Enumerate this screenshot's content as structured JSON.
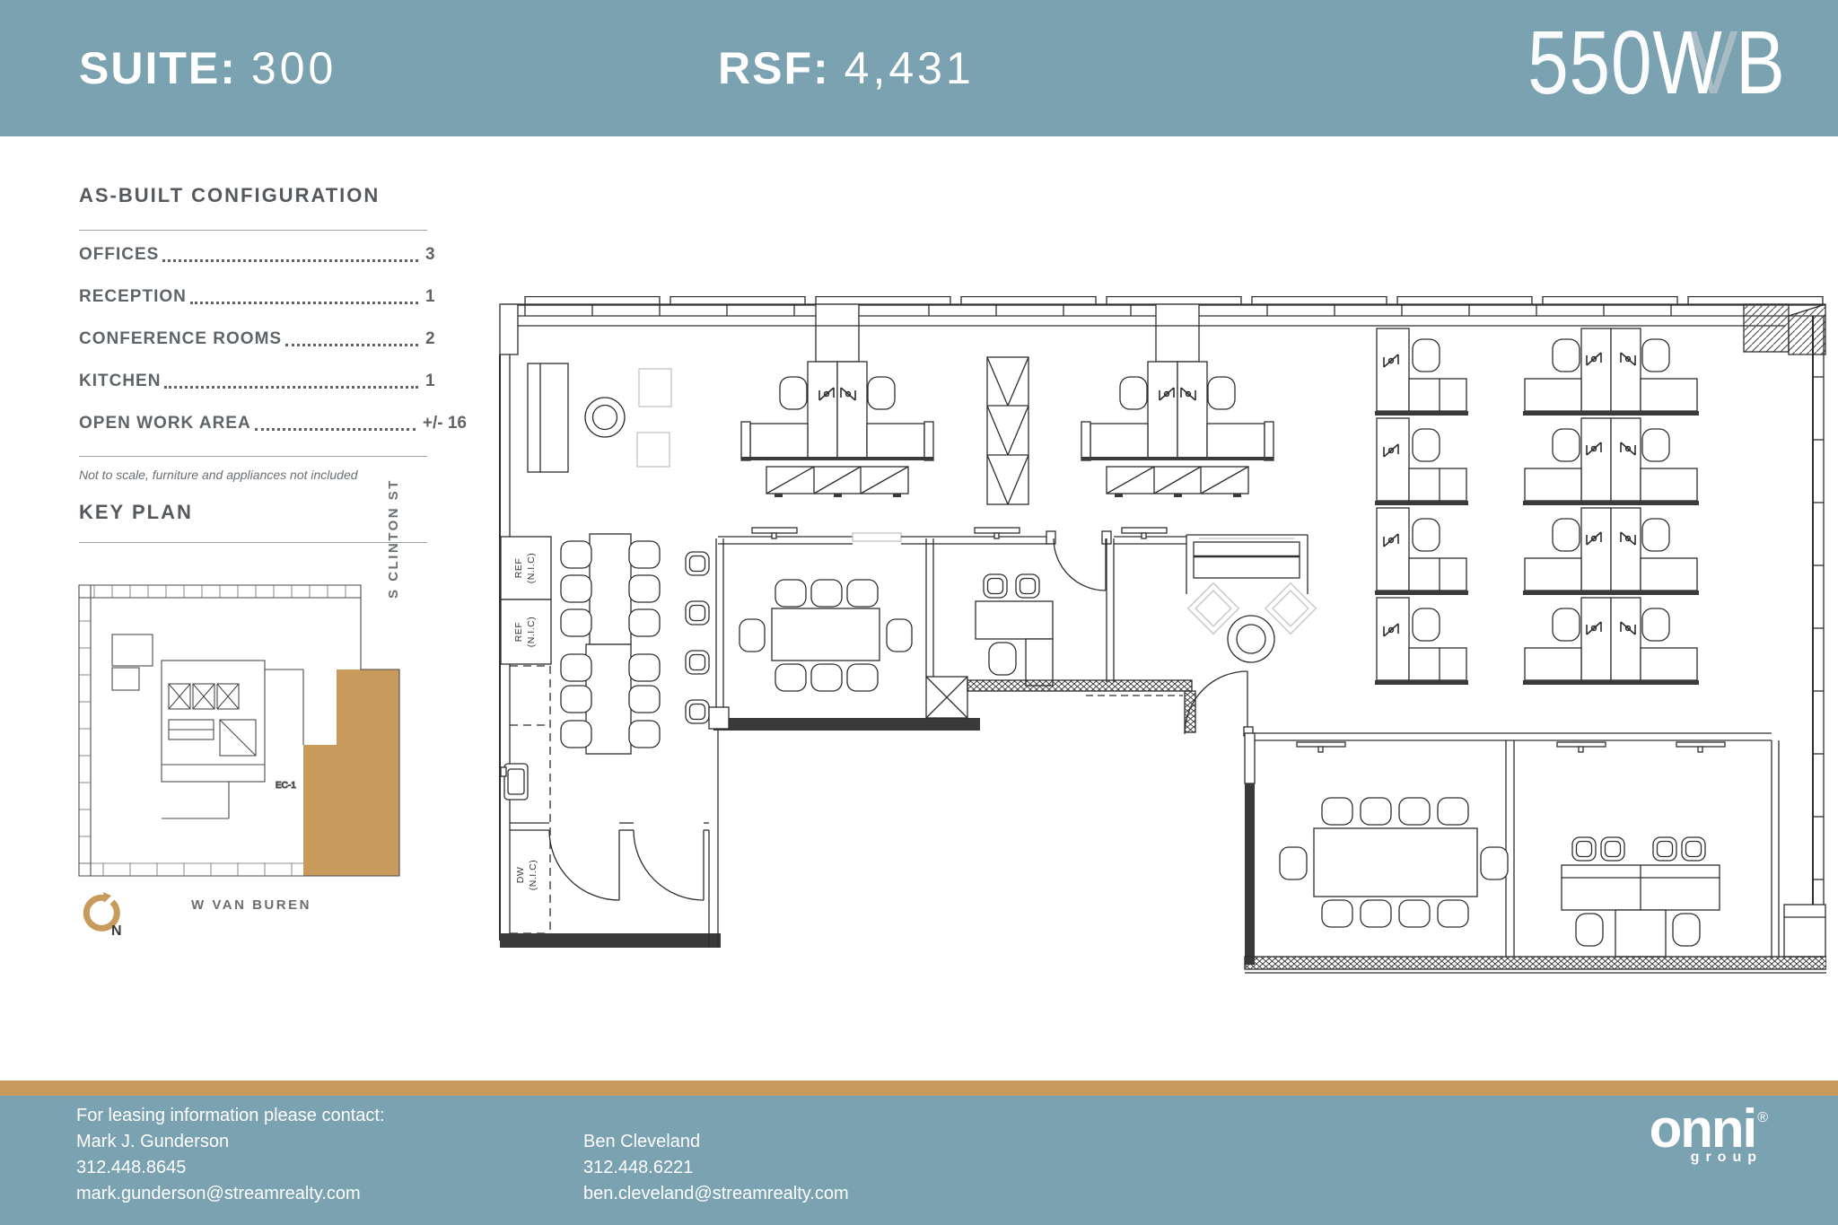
{
  "colors": {
    "teal": "#7AA2B0",
    "tan": "#C89A5C",
    "text": "#5F6468",
    "line": "#2E2E2E"
  },
  "header": {
    "suite_label": "SUITE:",
    "suite_value": "300",
    "rsf_label": "RSF:",
    "rsf_value": "4,431",
    "logo_prefix": "550",
    "logo_w": "W",
    "logo_ghost": "V",
    "logo_b": "B"
  },
  "as_built": {
    "title": "AS-BUILT CONFIGURATION",
    "items": [
      {
        "label": "OFFICES",
        "value": "3"
      },
      {
        "label": "RECEPTION",
        "value": "1"
      },
      {
        "label": "CONFERENCE ROOMS",
        "value": "2"
      },
      {
        "label": "KITCHEN",
        "value": "1"
      },
      {
        "label": "OPEN WORK AREA",
        "value": "+/- 16"
      }
    ],
    "note": "Not to scale, furniture and appliances not included"
  },
  "key_plan": {
    "title": "KEY PLAN",
    "street_side": "S CLINTON ST",
    "street_bottom": "W VAN BUREN",
    "room_label": "EC-1",
    "north_label": "N"
  },
  "floor_plan": {
    "ref_label": "REF",
    "ref_sub": "(N.I.C)",
    "dw_label": "DW",
    "dw_sub": "(N.I.C)"
  },
  "footer": {
    "intro": "For leasing information please contact:",
    "contacts": [
      {
        "name": "Mark J. Gunderson",
        "phone": "312.448.8645",
        "email": "mark.gunderson@streamrealty.com"
      },
      {
        "name": "Ben Cleveland",
        "phone": "312.448.6221",
        "email": "ben.cleveland@streamrealty.com"
      }
    ],
    "logo_text": "onni",
    "logo_mark": "®",
    "logo_sub": "group"
  }
}
